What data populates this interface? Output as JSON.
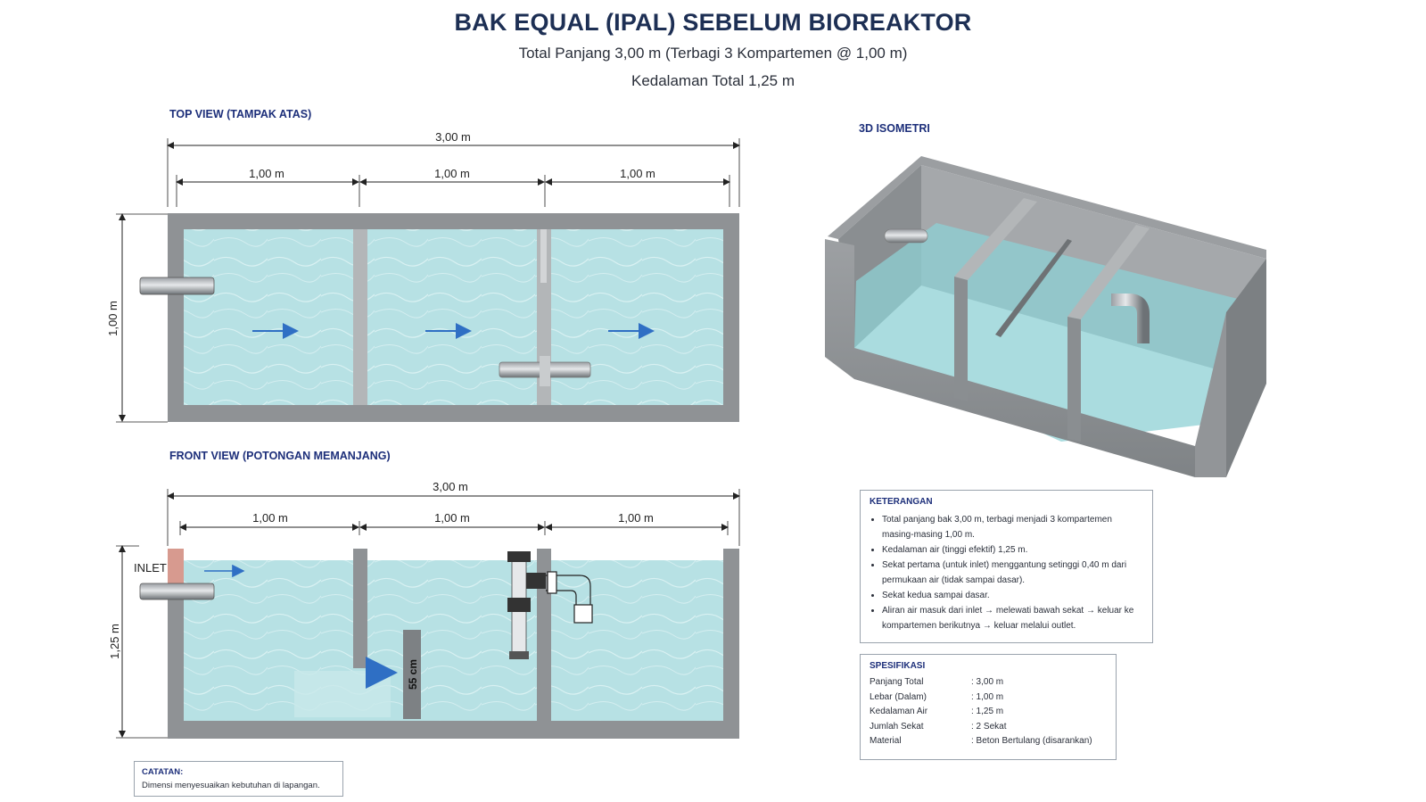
{
  "title": "BAK EQUAL (IPAL) SEBELUM BIOREAKTOR",
  "subtitle": "Total Panjang 3,00 m (Terbagi 3 Kompartemen @ 1,00 m)",
  "depth_line": "Kedalaman Total 1,25 m",
  "top_view": {
    "label": "TOP VIEW (TAMPAK ATAS)",
    "total_length": "3,00 m",
    "segments": [
      "1,00 m",
      "1,00 m",
      "1,00 m"
    ],
    "width": "1,00 m"
  },
  "front_view": {
    "label": "FRONT VIEW (POTONGAN MEMANJANG)",
    "total_length": "3,00 m",
    "segments": [
      "1,00 m",
      "1,00 m",
      "1,00 m"
    ],
    "depth": "1,25 m",
    "inlet_label": "INLET",
    "gap_label": "55 cm"
  },
  "iso": {
    "label": "3D ISOMETRI"
  },
  "keterangan": {
    "title": "KETERANGAN",
    "items": [
      "Total panjang bak 3,00 m, terbagi menjadi 3 kompartemen masing-masing 1,00 m.",
      "Kedalaman air (tinggi efektif) 1,25 m.",
      "Sekat pertama (untuk inlet) menggantung setinggi 0,40 m dari permukaan air (tidak sampai dasar).",
      "Sekat kedua sampai dasar.",
      "Aliran air masuk dari inlet → melewati bawah sekat → keluar ke kompartemen berikutnya → keluar melalui outlet."
    ]
  },
  "spesifikasi": {
    "title": "SPESIFIKASI",
    "rows": [
      {
        "k": "Panjang Total",
        "v": ": 3,00 m"
      },
      {
        "k": "Lebar (Dalam)",
        "v": ": 1,00 m"
      },
      {
        "k": "Kedalaman Air",
        "v": ": 1,25 m"
      },
      {
        "k": "Jumlah Sekat",
        "v": ": 2 Sekat"
      },
      {
        "k": "Material",
        "v": ": Beton Bertulang (disarankan)"
      }
    ]
  },
  "catatan": {
    "title": "CATATAN:",
    "text": "Dimensi menyesuaikan kebutuhan di lapangan."
  },
  "colors": {
    "title": "#1d2f54",
    "section": "#1d2f7a",
    "concrete": "#8c8f92",
    "water": "#b7e1e4",
    "arrow": "#2f6fc4"
  }
}
